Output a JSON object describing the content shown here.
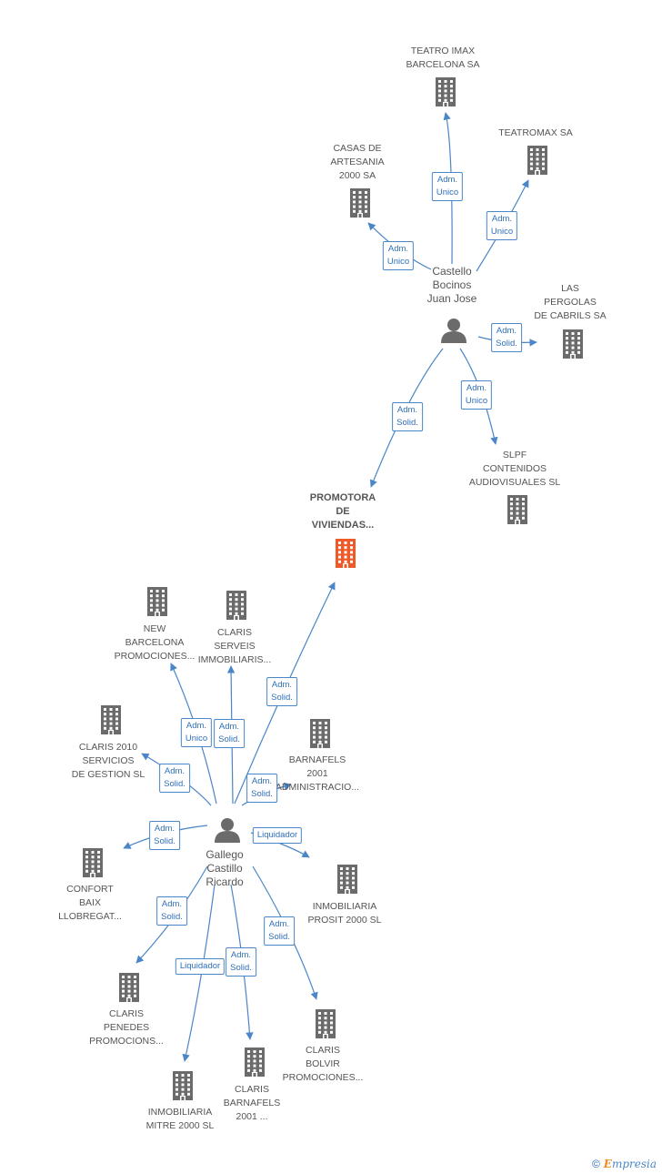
{
  "nodes": {
    "promotora": {
      "label": [
        "PROMOTORA",
        "DE",
        "VIVIENDAS..."
      ],
      "type": "company",
      "highlight": true
    },
    "castello": {
      "label": [
        "Castello",
        "Bocinos",
        "Juan Jose"
      ],
      "type": "person"
    },
    "gallego": {
      "label": [
        "Gallego",
        "Castillo",
        "Ricardo"
      ],
      "type": "person"
    },
    "teatro_imax": {
      "label": [
        "TEATRO IMAX",
        "BARCELONA SA"
      ],
      "type": "company"
    },
    "teatromax": {
      "label": [
        "TEATROMAX SA"
      ],
      "type": "company"
    },
    "casas_artesania": {
      "label": [
        "CASAS DE",
        "ARTESANIA",
        "2000 SA"
      ],
      "type": "company"
    },
    "las_pergolas": {
      "label": [
        "LAS",
        "PERGOLAS",
        "DE CABRILS SA"
      ],
      "type": "company"
    },
    "slpf": {
      "label": [
        "SLPF",
        "CONTENIDOS",
        "AUDIOVISUALES SL"
      ],
      "type": "company"
    },
    "new_barcelona": {
      "label": [
        "NEW",
        "BARCELONA",
        "PROMOCIONES..."
      ],
      "type": "company"
    },
    "claris_serveis": {
      "label": [
        "CLARIS",
        "SERVEIS",
        "IMMOBILIARIS..."
      ],
      "type": "company"
    },
    "claris_2010": {
      "label": [
        "CLARIS 2010",
        "SERVICIOS",
        "DE GESTION SL"
      ],
      "type": "company"
    },
    "barnafels_2001": {
      "label": [
        "BARNAFELS",
        "2001",
        "ADMINISTRACIO..."
      ],
      "type": "company"
    },
    "confort_baix": {
      "label": [
        "CONFORT",
        "BAIX",
        "LLOBREGAT..."
      ],
      "type": "company"
    },
    "inmobiliaria_prosit": {
      "label": [
        "INMOBILIARIA",
        "PROSIT 2000 SL"
      ],
      "type": "company"
    },
    "claris_penedes": {
      "label": [
        "CLARIS",
        "PENEDES",
        "PROMOCIONS..."
      ],
      "type": "company"
    },
    "claris_bolvir": {
      "label": [
        "CLARIS",
        "BOLVIR",
        "PROMOCIONES..."
      ],
      "type": "company"
    },
    "claris_barnafels": {
      "label": [
        "CLARIS",
        "BARNAFELS",
        "2001 ..."
      ],
      "type": "company"
    },
    "inmobiliaria_mitre": {
      "label": [
        "INMOBILIARIA",
        "MITRE 2000 SL"
      ],
      "type": "company"
    }
  },
  "edges": [
    {
      "from": "castello",
      "to": "teatro_imax",
      "label": [
        "Adm.",
        "Unico"
      ]
    },
    {
      "from": "castello",
      "to": "teatromax",
      "label": [
        "Adm.",
        "Unico"
      ]
    },
    {
      "from": "castello",
      "to": "casas_artesania",
      "label": [
        "Adm.",
        "Unico"
      ]
    },
    {
      "from": "castello",
      "to": "las_pergolas",
      "label": [
        "Adm.",
        "Solid."
      ]
    },
    {
      "from": "castello",
      "to": "slpf",
      "label": [
        "Adm.",
        "Unico"
      ]
    },
    {
      "from": "castello",
      "to": "promotora",
      "label": [
        "Adm.",
        "Solid."
      ]
    },
    {
      "from": "gallego",
      "to": "promotora",
      "label": [
        "Adm.",
        "Solid."
      ]
    },
    {
      "from": "gallego",
      "to": "new_barcelona",
      "label": [
        "Adm.",
        "Unico"
      ]
    },
    {
      "from": "gallego",
      "to": "claris_serveis",
      "label": [
        "Adm.",
        "Solid."
      ]
    },
    {
      "from": "gallego",
      "to": "claris_2010",
      "label": [
        "Adm.",
        "Solid."
      ]
    },
    {
      "from": "gallego",
      "to": "barnafels_2001",
      "label": [
        "Adm.",
        "Solid."
      ]
    },
    {
      "from": "gallego",
      "to": "confort_baix",
      "label": [
        "Adm.",
        "Solid."
      ]
    },
    {
      "from": "gallego",
      "to": "inmobiliaria_prosit",
      "label": [
        "Liquidador"
      ]
    },
    {
      "from": "gallego",
      "to": "claris_penedes",
      "label": [
        "Adm.",
        "Solid."
      ]
    },
    {
      "from": "gallego",
      "to": "claris_bolvir",
      "label": [
        "Adm.",
        "Solid."
      ]
    },
    {
      "from": "gallego",
      "to": "claris_barnafels",
      "label": [
        "Adm.",
        "Solid."
      ]
    },
    {
      "from": "gallego",
      "to": "inmobiliaria_mitre",
      "label": [
        "Liquidador"
      ]
    }
  ],
  "colors": {
    "edge": "#4a86c8",
    "company": "#6b6b6b",
    "highlight": "#f05a28",
    "person": "#6b6b6b"
  },
  "footer": {
    "copyright": "©",
    "brand_e": "E",
    "brand_rest": "mpresia"
  }
}
